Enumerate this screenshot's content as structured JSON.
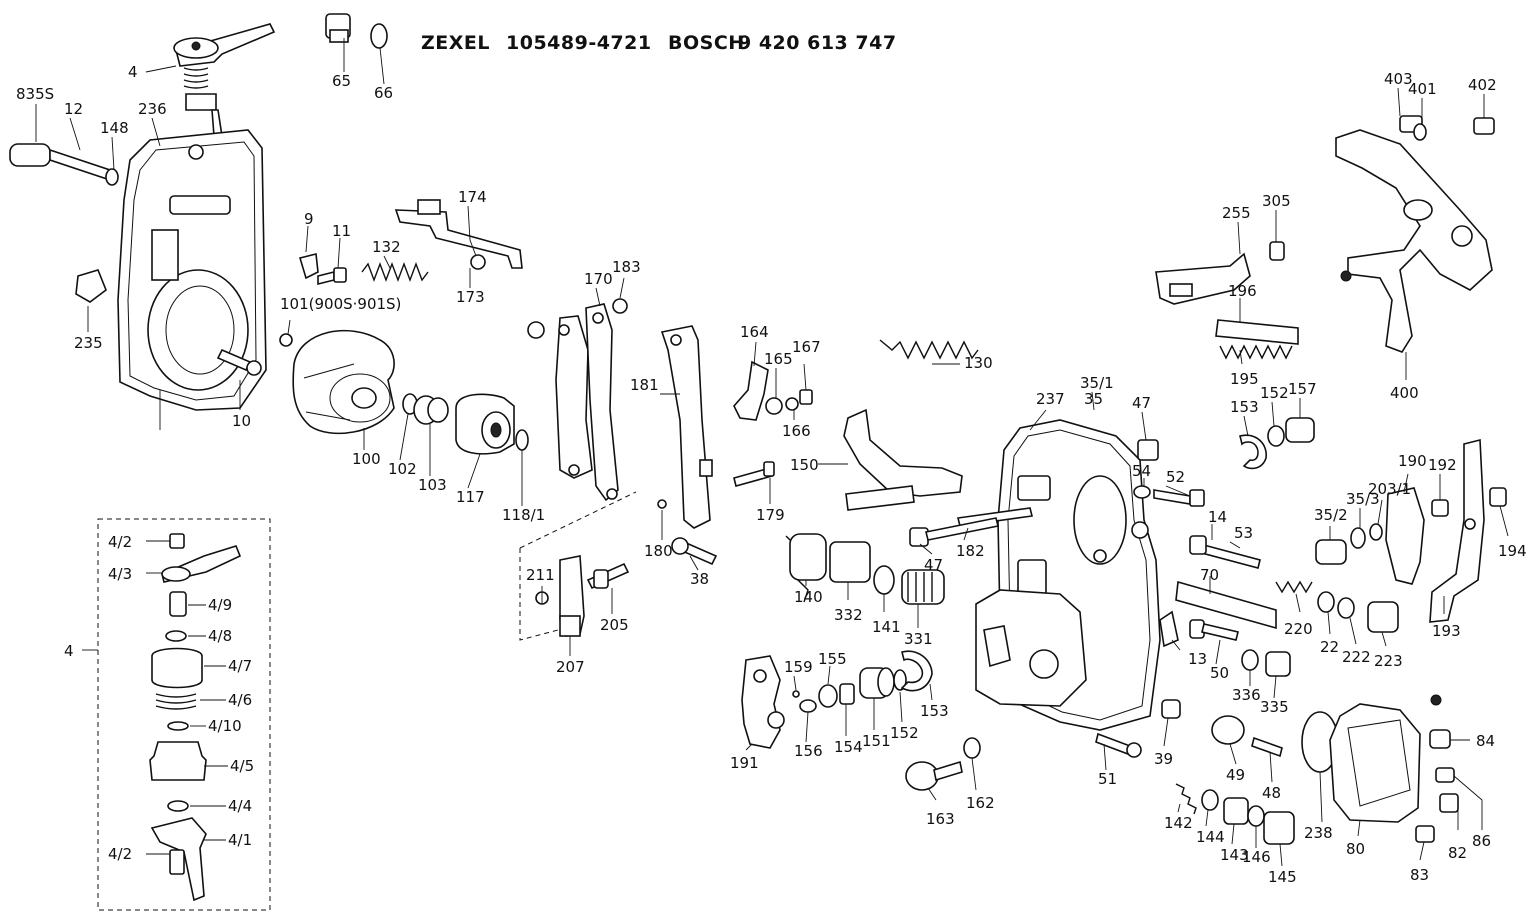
{
  "header": {
    "brand1": "ZEXEL",
    "part1": "105489-4721",
    "brand2": "BOSCH",
    "part2": "9 420 613 747"
  },
  "labels": {
    "p4": "4",
    "p835s": "835S",
    "p12": "12",
    "p148": "148",
    "p236": "236",
    "p235": "235",
    "p10": "10",
    "p9": "9",
    "p11": "11",
    "p132": "132",
    "p101": "101(900S·901S)",
    "p174": "174",
    "p173": "173",
    "p65": "65",
    "p66": "66",
    "p100": "100",
    "p102": "102",
    "p103": "103",
    "p117": "117",
    "p118_1": "118/1",
    "p170": "170",
    "p183": "183",
    "p181": "181",
    "p164": "164",
    "p165": "165",
    "p167": "167",
    "p166": "166",
    "p179": "179",
    "p180": "180",
    "p38": "38",
    "p211": "211",
    "p205": "205",
    "p207": "207",
    "p130": "130",
    "p150": "150",
    "p237": "237",
    "p35_1": "35/1",
    "p35": "35",
    "p47a": "47",
    "p54": "54",
    "p52": "52",
    "p182": "182",
    "p47b": "47",
    "p14": "14",
    "p53": "53",
    "p70": "70",
    "p140": "140",
    "p332": "332",
    "p141": "141",
    "p331": "331",
    "p159": "159",
    "p155": "155",
    "p191": "191",
    "p156": "156",
    "p154": "154",
    "p151": "151",
    "p152a": "152",
    "p153a": "153",
    "p13": "13",
    "p50": "50",
    "p39": "39",
    "p51": "51",
    "p163": "163",
    "p162": "162",
    "p142": "142",
    "p144": "144",
    "p143": "143",
    "p146": "146",
    "p145": "145",
    "p49": "49",
    "p48": "48",
    "p336": "336",
    "p335": "335",
    "p238": "238",
    "p80": "80",
    "p84": "84",
    "p86": "86",
    "p82": "82",
    "p83": "83",
    "p255": "255",
    "p305": "305",
    "p196": "196",
    "p195": "195",
    "p153b": "153",
    "p152b": "152",
    "p157": "157",
    "p403": "403",
    "p401": "401",
    "p402": "402",
    "p400": "400",
    "p35_2": "35/2",
    "p35_3": "35/3",
    "p203_1": "203/1",
    "p190": "190",
    "p192": "192",
    "p194": "194",
    "p193": "193",
    "p220": "220",
    "p22": "22",
    "p222": "222",
    "p223": "223"
  },
  "detail": {
    "group": "4",
    "p4_2a": "4/2",
    "p4_3": "4/3",
    "p4_9": "4/9",
    "p4_8": "4/8",
    "p4_7": "4/7",
    "p4_6": "4/6",
    "p4_10": "4/10",
    "p4_5": "4/5",
    "p4_4": "4/4",
    "p4_1": "4/1",
    "p4_2b": "4/2"
  }
}
